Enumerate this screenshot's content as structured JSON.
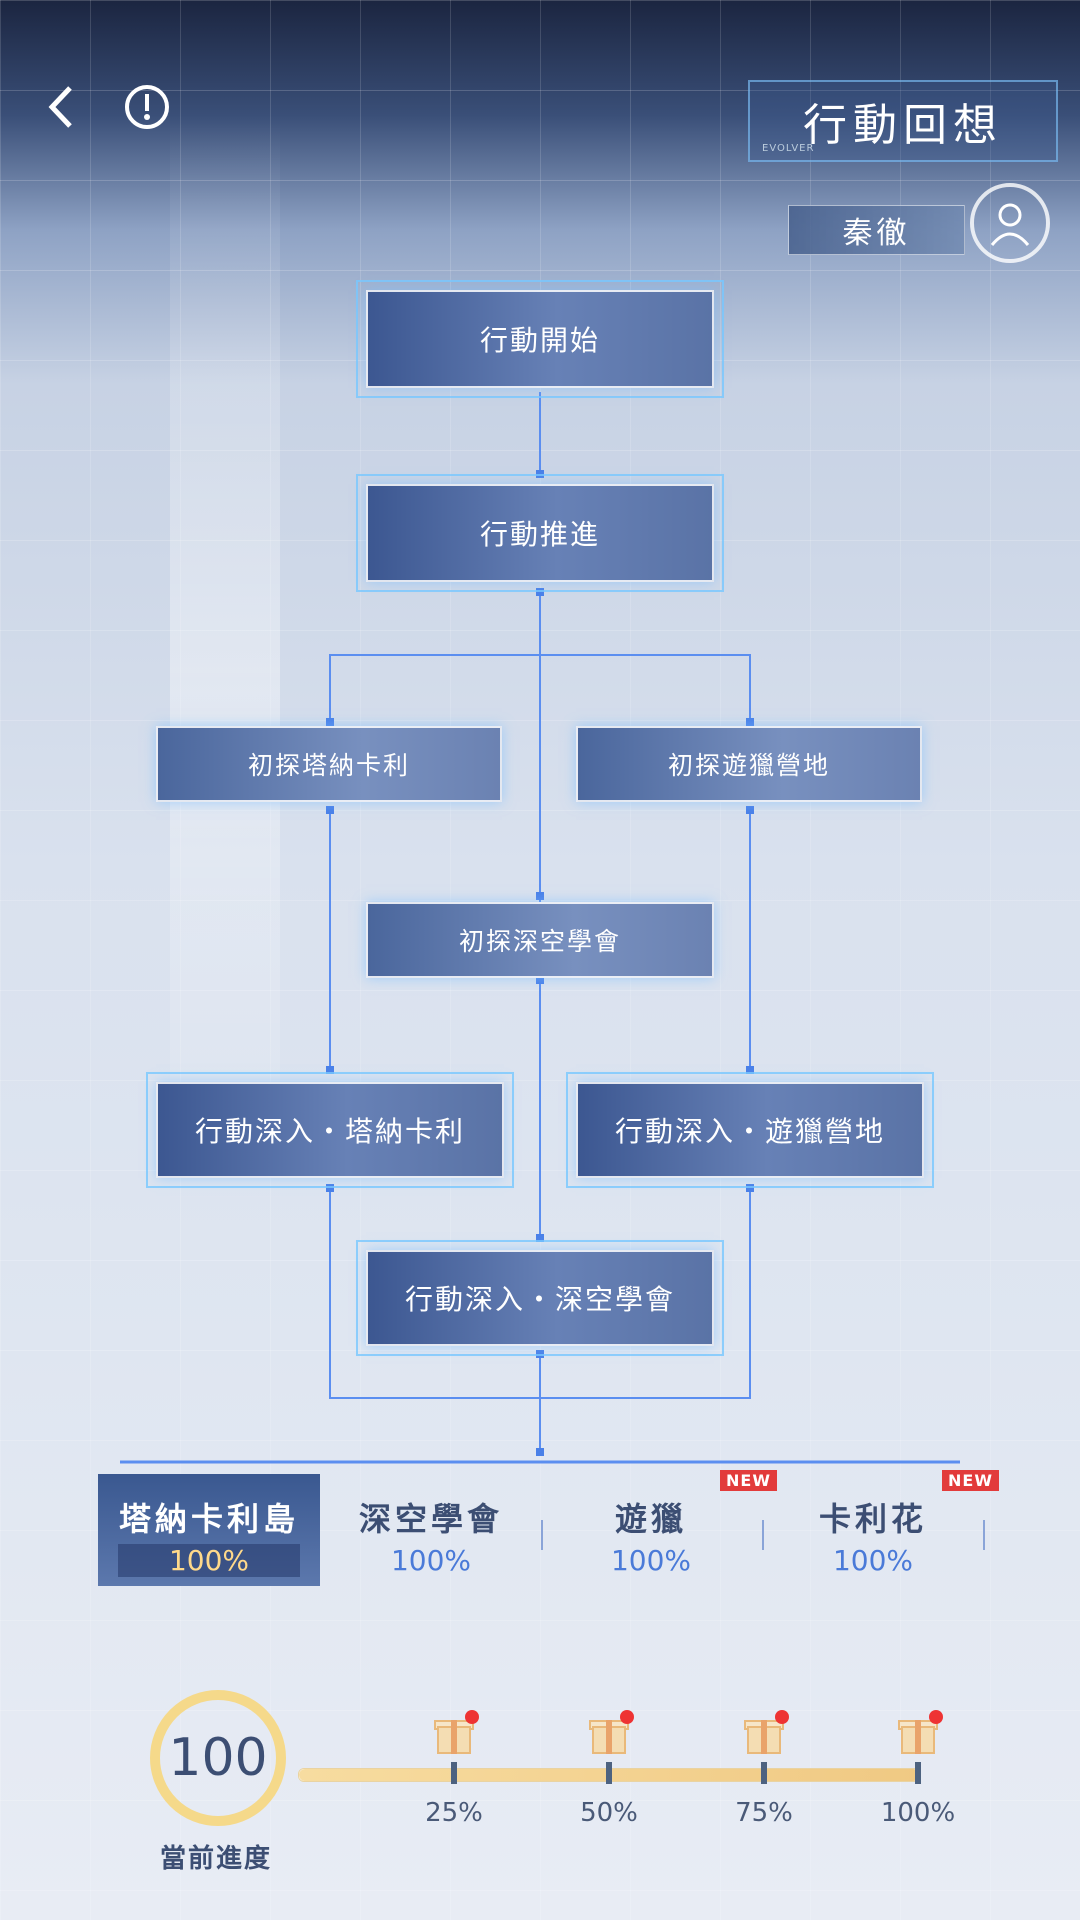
{
  "header": {
    "title": "行動回想",
    "title_sub": "EVOLVER",
    "character": "秦徹"
  },
  "nodes": {
    "start": "行動開始",
    "advance": "行動推進",
    "explore_tana": "初探塔納卡利",
    "explore_hunt": "初探遊獵營地",
    "explore_academy": "初探深空學會",
    "deep_tana": "行動深入・塔納卡利",
    "deep_hunt": "行動深入・遊獵營地",
    "deep_academy": "行動深入・深空學會"
  },
  "tabs": [
    {
      "name": "塔納卡利島",
      "pct": "100%",
      "active": true,
      "new": false
    },
    {
      "name": "深空學會",
      "pct": "100%",
      "active": false,
      "new": false
    },
    {
      "name": "遊獵",
      "pct": "100%",
      "active": false,
      "new": true
    },
    {
      "name": "卡利花",
      "pct": "100%",
      "active": false,
      "new": true
    }
  ],
  "new_badge": "NEW",
  "progress": {
    "value": "100",
    "label": "當前進度",
    "fill_fraction": 1.0,
    "milestones": [
      "25%",
      "50%",
      "75%",
      "100%"
    ]
  },
  "icons": {
    "back": "back-chevron-icon",
    "info": "info-icon",
    "avatar": "user-avatar-icon",
    "gift": "gift-icon"
  }
}
